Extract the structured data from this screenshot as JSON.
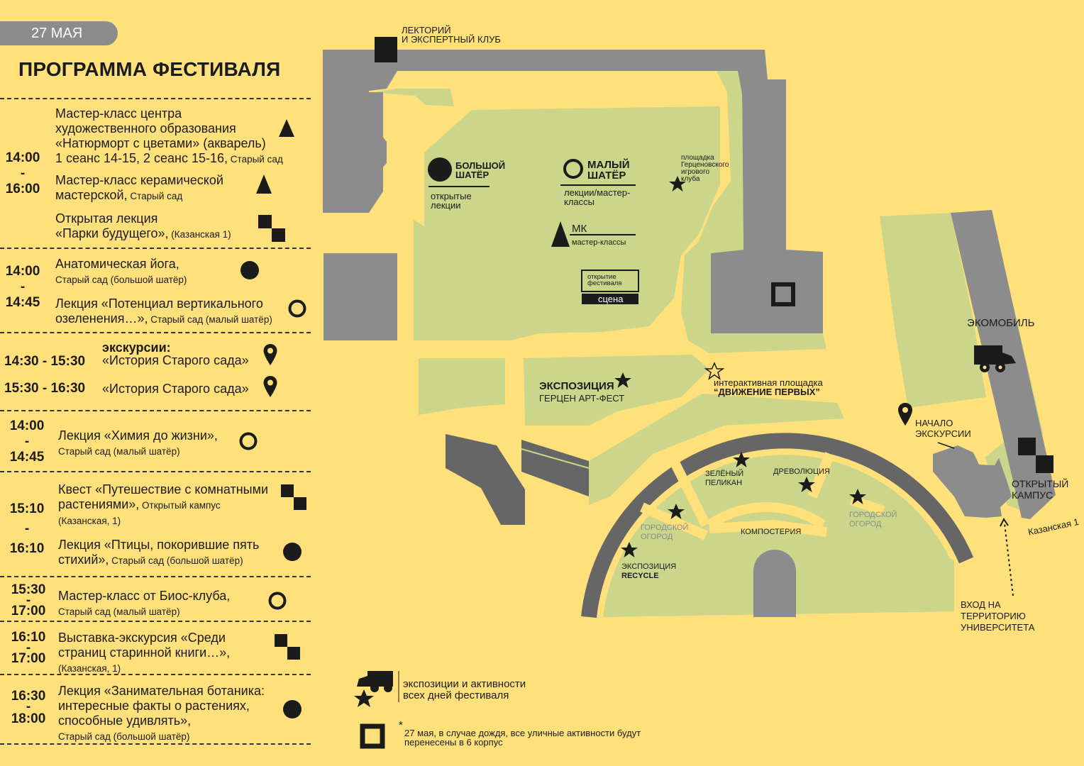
{
  "header": {
    "date": "27 МАЯ",
    "title": "ПРОГРАММА ФЕСТИВАЛЯ"
  },
  "program": {
    "b1": {
      "time_start": "14:00",
      "time_dash": "-",
      "time_end": "16:00",
      "e1_l1": "Мастер-класс центра",
      "e1_l2": "художественного образования",
      "e1_l3": "«Натюрморт с цветами»",
      "e1_l3b": " (акварель)",
      "e1_l4": "1 сеанс 14-15, 2 сеанс 15-16,",
      "e1_l4b": " Старый сад",
      "e2_l1": "Мастер-класс керамической",
      "e2_l2": "мастерской,",
      "e2_l2b": " Старый сад",
      "e3_l1": "Открытая лекция",
      "e3_l2": "«Парки будущего»,",
      "e3_l2b": " (Казанская 1)"
    },
    "b2": {
      "time_start": "14:00",
      "time_dash": "-",
      "time_end": "14:45",
      "e1_l1": "Анатомическая йога,",
      "e1_l2": "Старый сад (большой шатёр)",
      "e2_l1": "Лекция «Потенциал вертикального",
      "e2_l2": "озеленения…»,",
      "e2_l2b": " Старый сад (малый шатёр)"
    },
    "b3": {
      "head": "экскурсии:",
      "t1": "14:30 - 15:30",
      "e1": "«История Старого сада»",
      "t2": "15:30 - 16:30",
      "e2": "«История Старого сада»"
    },
    "b4": {
      "time_start": "14:00",
      "time_dash": "-",
      "time_end": "14:45",
      "e1_l1": "Лекция «Химия до жизни»,",
      "e1_l2": "Старый сад (малый шатёр)"
    },
    "b5": {
      "time_start": "15:10",
      "time_dash": "-",
      "time_end": "16:10",
      "e1_l1": "Квест «Путешествие с комнатными",
      "e1_l2": "растениями»,",
      "e1_l2b": " Открытый кампус",
      "e1_l3": "(Казанская, 1)",
      "e2_l1": "Лекция «Птицы, покорившие пять",
      "e2_l2": "стихий»,",
      "e2_l2b": " Старый сад (большой шатёр)"
    },
    "b6": {
      "time_start": "15:30",
      "time_dash": "-",
      "time_end": "17:00",
      "e1_l1": "Мастер-класс от Биос-клуба,",
      "e1_l2": "Старый сад (малый шатёр)"
    },
    "b7": {
      "time_start": "16:10",
      "time_dash": "-",
      "time_end": "17:00",
      "e1_l1": "Выставка-экскурсия «Среди",
      "e1_l2": "страниц старинной книги…»,",
      "e1_l3": "(Казанская, 1)"
    },
    "b8": {
      "time_start": "16:30",
      "time_dash": "-",
      "time_end": "18:00",
      "e1_l1": "Лекция «Занимательная ботаника:",
      "e1_l2": "интересные факты о растениях,",
      "e1_l3": "способные удивлять»,",
      "e1_l4": "Старый сад (большой шатёр)"
    }
  },
  "map": {
    "lectory_l1": "ЛЕКТОРИЙ",
    "lectory_l2": "И ЭКСПЕРТНЫЙ КЛУБ",
    "big_tent_l1": "БОЛЬШОЙ",
    "big_tent_l2": "ШАТЁР",
    "big_tent_sub1": "открытые",
    "big_tent_sub2": "лекции",
    "small_tent_l1": "МАЛЫЙ",
    "small_tent_l2": "ШАТЁР",
    "small_tent_sub1": "лекции/мастер-",
    "small_tent_sub2": "классы",
    "mk": "МК",
    "mk_sub": "мастер-классы",
    "stage_l1": "открытие",
    "stage_l2": "фестиваля",
    "stage_name": "сцена",
    "herzen_l1": "площадка",
    "herzen_l2": "Герценовского",
    "herzen_l3": "игрового",
    "herzen_l4": "клуба",
    "expo_l1": "ЭКСПОЗИЦИЯ",
    "expo_l2": "ГЕРЦЕН АРТ-ФЕСТ",
    "interactive_l1": "интерактивная площадка",
    "interactive_l2": "“ДВИЖЕНИЕ  ПЕРВЫХ”",
    "ecomobile": "ЭКОМОБИЛЬ",
    "tour_start_l1": "НАЧАЛО",
    "tour_start_l2": "ЭКСКУРСИИ",
    "campus_l1": "ОТКРЫТЫЙ",
    "campus_l2": "КАМПУС",
    "street": "Казанская 1",
    "entrance_l1": "ВХОД НА",
    "entrance_l2": "ТЕРРИТОРИЮ",
    "entrance_l3": "УНИВЕРСИТЕТА",
    "pelican_l1": "ЗЕЛЁНЫЙ",
    "pelican_l2": "ПЕЛИКАН",
    "drevolution": "ДРЕВОЛЮЦИЯ",
    "city_garden_l1": "ГОРОДСКОЙ",
    "city_garden_l2": "ОГОРОД",
    "composting": "КОМПОСТЕРИЯ",
    "recycle_l1": "ЭКСПОЗИЦИЯ",
    "recycle_l2": "RECYCLE"
  },
  "legend": {
    "all_days_l1": "экспозиции и активности",
    "all_days_l2": "всех дней фестиваля",
    "note_star": "*",
    "note_l1": "27 мая, в случае дождя, все уличные активности будут",
    "note_l2": "перенесены в 6 корпус"
  },
  "colors": {
    "background": "#FFE07A",
    "garden": "#CCD68A",
    "building": "#8C8C8C",
    "building_dark": "#666666",
    "ink": "#1B1B1B"
  }
}
